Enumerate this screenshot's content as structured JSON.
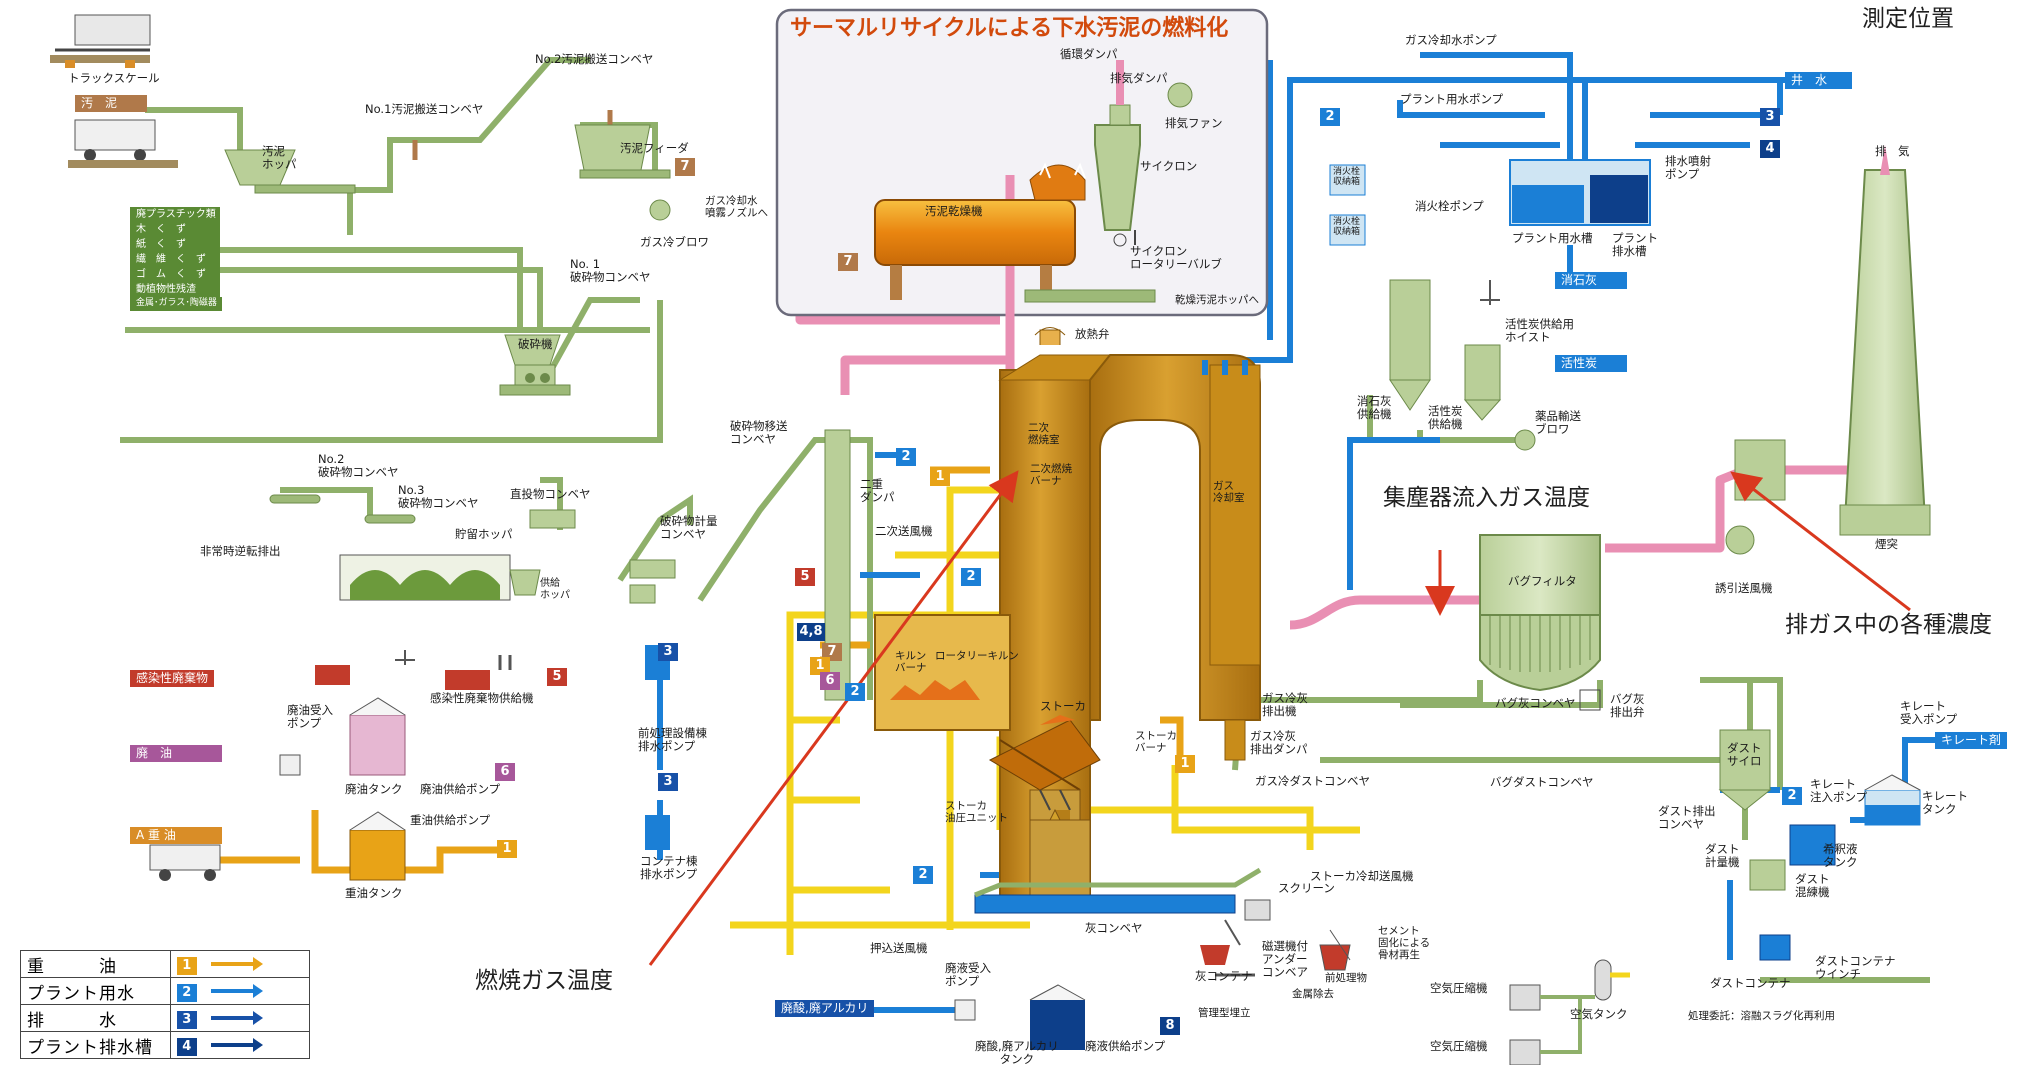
{
  "title": "サーマルリサイクルによる下水汚泥の燃料化",
  "measure_heading": "測定位置",
  "annotations": {
    "combustion_gas_temp": "燃焼ガス温度",
    "dust_collector_inlet_temp": "集塵器流入ガス温度",
    "exhaust_gas_concentrations": "排ガス中の各種濃度"
  },
  "labels": {
    "truck_scale": "トラックスケール",
    "sludge": "汚　泥",
    "sludge_hopper": "汚泥\nホッパ",
    "no1_sludge_conveyor": "No.1汚泥搬送コンベヤ",
    "no2_sludge_conveyor": "No.2汚泥搬送コンベヤ",
    "sludge_feeder": "汚泥フィーダ",
    "gas_cool_nozzle": "ガス冷却水\n噴霧ノズルへ",
    "gas_cool_blower": "ガス冷ブロワ",
    "waste_plastic": "廃プラスチック類",
    "wood_scrap": "木　く　ず",
    "paper_scrap": "紙　く　ず",
    "fiber_scrap": "繊　維　く　ず",
    "rubber_scrap": "ゴ　ム　く　ず",
    "animal_plant_residue": "動植物性残渣",
    "metal_glass_ceramic": "金属･ガラス･陶磁器",
    "no1_crush_conveyor": "No. 1\n破砕物コンベヤ",
    "crusher": "破砕機",
    "no2_crush_conveyor": "No.2\n破砕物コンベヤ",
    "no3_crush_conveyor": "No.3\n破砕物コンベヤ",
    "direct_conveyor": "直投物コンベヤ",
    "storage_hopper": "貯留ホッパ",
    "supply_hopper": "供給\nホッパ",
    "emergency_discharge": "非常時逆転排出",
    "crush_transfer_conveyor": "破砕物移送\nコンベヤ",
    "crush_metering_conveyor": "破砕物計量\nコンベヤ",
    "infectious_waste": "感染性廃棄物",
    "infectious_feeder": "感染性廃棄物供給機",
    "waste_oil": "廃　油",
    "waste_oil_receive_pump": "廃油受入\nポンプ",
    "waste_oil_tank": "廃油タンク",
    "waste_oil_supply_pump": "廃油供給ポンプ",
    "heavy_oil_a": "A 重 油",
    "heavy_oil_supply_pump": "重油供給ポンプ",
    "heavy_oil_tank": "重油タンク",
    "pretreatment_pump": "前処理設備棟\n排水ポンプ",
    "container_pump": "コンテナ棟\n排水ポンプ",
    "circulation_damper": "循環ダンパ",
    "exhaust_damper": "排気ダンパ",
    "exhaust_fan": "排気ファン",
    "cyclone": "サイクロン",
    "sludge_dryer": "汚泥乾燥機",
    "cyclone_rotary_valve": "サイクロン\nロータリーバルブ",
    "dried_sludge_hopper": "乾燥汚泥ホッパへ",
    "vent_valve": "放熱弁",
    "secondary_chamber": "二次\n燃焼室",
    "secondary_burner": "二次燃焼\nバーナ",
    "double_damper": "二重\nダンパ",
    "secondary_fan": "二次送風機",
    "kiln_burner": "キルン\nバーナ",
    "rotary_kiln": "ロータリーキルン",
    "stoker": "ストーカ",
    "stoker_burner": "ストーカ\nバーナ",
    "stoker_hydraulic": "ストーカ\n油圧ユニット",
    "stoker_cool_fan": "ストーカ冷却送風機",
    "push_fan": "押込送風機",
    "ash_conveyor": "灰コンベヤ",
    "screen": "スクリーン",
    "ash_container": "灰コンテナ",
    "controlled_landfill": "管理型埋立",
    "magnetic_conveyor": "磁選機付\nアンダー\nコンベア",
    "metal_removal": "金属除去",
    "pretreated_material": "前処理物",
    "cement_recycle": "セメント\n固化による\n骨材再生",
    "gas_cooling_chamber": "ガス\n冷却室",
    "gas_cool_ash_discharger": "ガス冷灰\n排出機",
    "gas_cool_ash_damper": "ガス冷灰\n排出ダンパ",
    "gas_cool_dust_conveyor": "ガス冷ダストコンベヤ",
    "gas_cool_water_pump": "ガス冷却水ポンプ",
    "plant_water_pump": "プラント用水ポンプ",
    "fire_hydrant_pump": "消火栓ポンプ",
    "fire_hydrant_box": "消火栓\n収納箱",
    "plant_water_tank": "プラント用水槽",
    "plant_drain_tank": "プラント\n排水槽",
    "drain_spray_pump": "排水噴射\nポンプ",
    "well_water": "井　水",
    "slaked_lime": "消石灰",
    "activated_carbon": "活性炭",
    "activated_carbon_hoist": "活性炭供給用\nホイスト",
    "slaked_lime_feeder": "消石灰\n供給機",
    "activated_carbon_feeder": "活性炭\n供給機",
    "chemical_blower": "薬品輸送\nブロワ",
    "bag_filter": "バグフィルタ",
    "bag_ash_conveyor": "バグ灰コンベヤ",
    "bag_discharge_valve": "バグ灰\n排出弁",
    "bag_dust_conveyor": "バグダストコンベヤ",
    "induced_fan": "誘引送風機",
    "exhaust": "排　気",
    "chimney": "煙突",
    "dust_silo": "ダスト\nサイロ",
    "dust_discharge_conveyor": "ダスト排出\nコンベヤ",
    "dust_meter": "ダスト\n計量機",
    "dust_mixer": "ダスト\n混練機",
    "dust_container": "ダストコンテナ",
    "dust_container_winch": "ダストコンテナ\nウインチ",
    "disposal_note": "処理委託：溶融スラグ化再利用",
    "chelate_receive_pump": "キレート\n受入ポンプ",
    "chelate_agent": "キレート剤",
    "chelate_inject_pump": "キレート\n注入ポンプ",
    "chelate_tank": "キレート\nタンク",
    "dilution_tank": "希釈液\nタンク",
    "air_compressor_1": "空気圧縮機",
    "air_compressor_2": "空気圧縮機",
    "air_tank": "空気タンク",
    "waste_acid_alkali": "廃酸,廃アルカリ",
    "waste_liquid_receive_pump": "廃液受入\nポンプ",
    "waste_acid_tank": "廃酸,廃アルカリ\nタンク",
    "waste_liquid_supply_pump": "廃液供給ポンプ"
  },
  "badges": {
    "n1": "1",
    "n2": "2",
    "n3": "3",
    "n4": "4",
    "n5": "5",
    "n6": "6",
    "n7": "7",
    "n8": "8",
    "n48": "4,8"
  },
  "legend": [
    {
      "label": "重　　　油",
      "num": "1",
      "color": "#e8a317"
    },
    {
      "label": "プラント用水",
      "num": "2",
      "color": "#1b7fd6"
    },
    {
      "label": "排　　　水",
      "num": "3",
      "color": "#1751a8"
    },
    {
      "label": "プラント排水槽",
      "num": "4",
      "color": "#0d3f8a"
    }
  ],
  "colors": {
    "green_line": "#8fb06a",
    "yellow_line": "#f3d51d",
    "pink_line": "#e98fb3",
    "blue_line": "#1b7fd6",
    "furnace": "#c88c1a",
    "red_annotation": "#d9381e",
    "orange_title": "#d24a0c"
  }
}
